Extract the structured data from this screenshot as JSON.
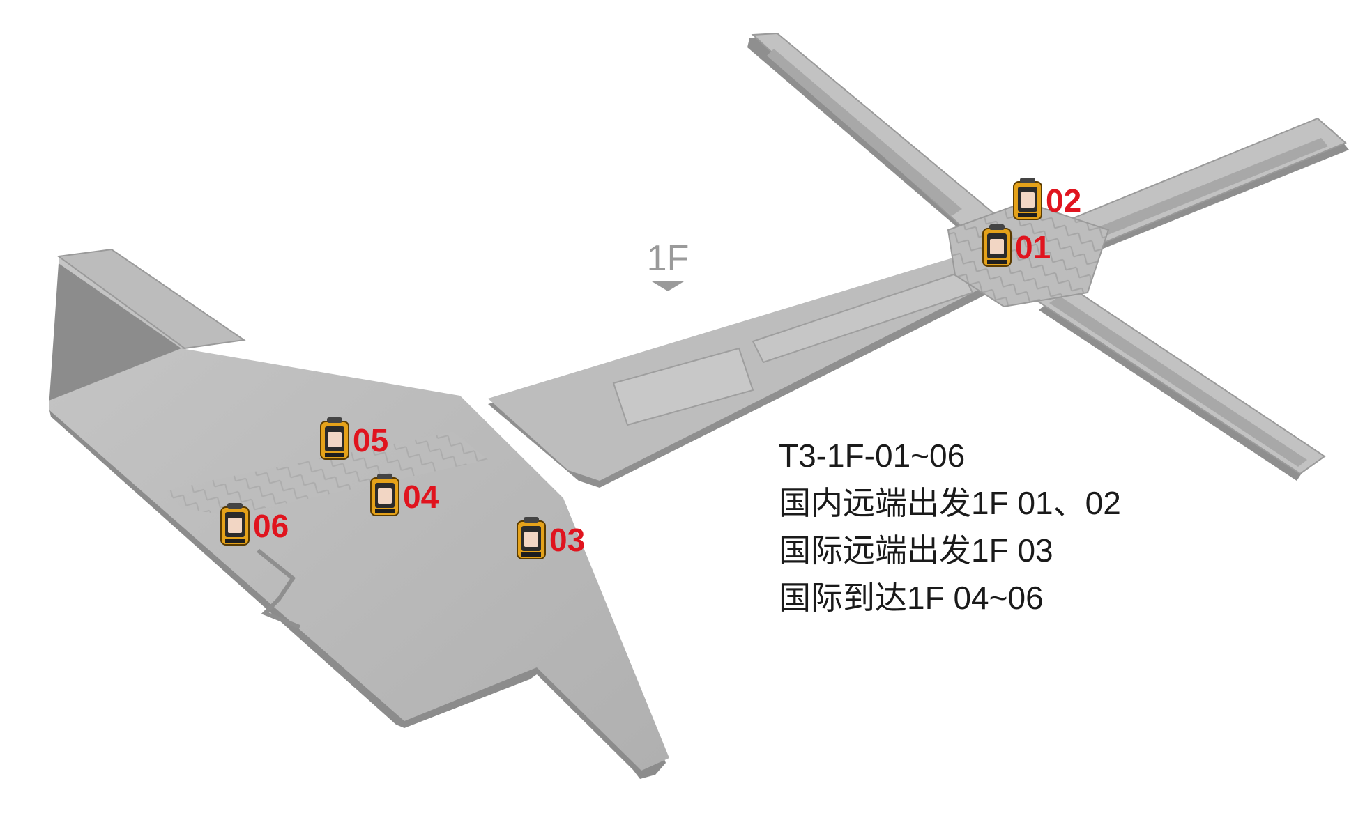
{
  "floor": {
    "label": "1F"
  },
  "colors": {
    "floor_fill": "#b5b5b5",
    "floor_top": "#c3c3c3",
    "floor_edge": "#8f8f8f",
    "marker_text": "#e0141e",
    "aed_body": "#e5a21a",
    "legend_text": "#1a1a1a"
  },
  "markers": [
    {
      "id": "01",
      "label": "01",
      "icon": "aed-defibrillator-icon"
    },
    {
      "id": "02",
      "label": "02",
      "icon": "aed-defibrillator-icon"
    },
    {
      "id": "03",
      "label": "03",
      "icon": "aed-defibrillator-icon"
    },
    {
      "id": "04",
      "label": "04",
      "icon": "aed-defibrillator-icon"
    },
    {
      "id": "05",
      "label": "05",
      "icon": "aed-defibrillator-icon"
    },
    {
      "id": "06",
      "label": "06",
      "icon": "aed-defibrillator-icon"
    }
  ],
  "legend": {
    "lines": [
      "T3-1F-01~06",
      "国内远端出发1F  01、02",
      "国际远端出发1F  03",
      "国际到达1F 04~06"
    ]
  }
}
